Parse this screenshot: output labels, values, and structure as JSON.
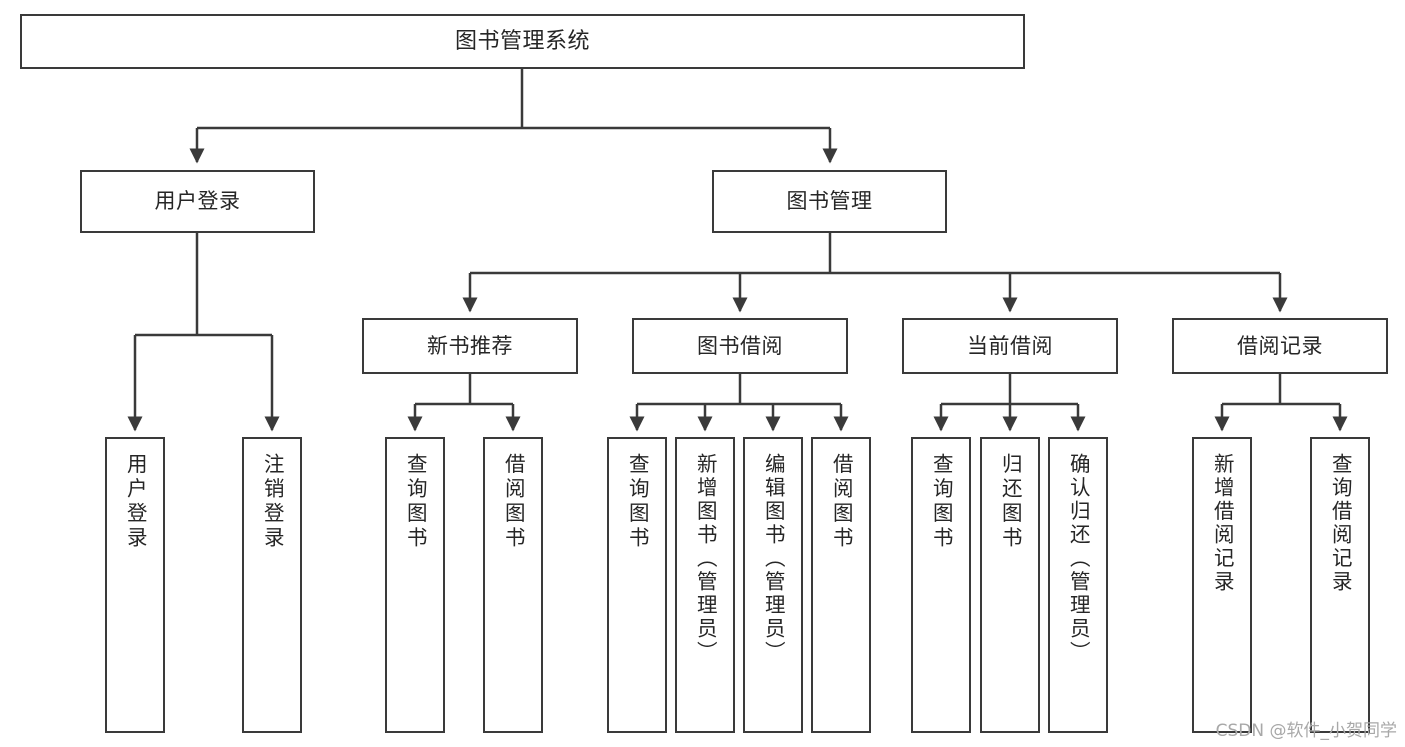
{
  "diagram": {
    "title": "图书管理系统",
    "watermark": "CSDN @软件_小贺同学",
    "stroke_color": "#3a3a3a",
    "text_color": "#262626",
    "background": "#ffffff",
    "root": {
      "label": "图书管理系统"
    },
    "level2": [
      {
        "label": "用户登录"
      },
      {
        "label": "图书管理"
      }
    ],
    "level3": [
      {
        "label": "新书推荐"
      },
      {
        "label": "图书借阅"
      },
      {
        "label": "当前借阅"
      },
      {
        "label": "借阅记录"
      }
    ],
    "leaves": [
      {
        "label": "用户登录"
      },
      {
        "label": "注销登录"
      },
      {
        "label": "查询图书"
      },
      {
        "label": "借阅图书"
      },
      {
        "label": "查询图书"
      },
      {
        "label": "新增图书（管理员）"
      },
      {
        "label": "编辑图书（管理员）"
      },
      {
        "label": "借阅图书"
      },
      {
        "label": "查询图书"
      },
      {
        "label": "归还图书"
      },
      {
        "label": "确认归还（管理员）"
      },
      {
        "label": "新增借阅记录"
      },
      {
        "label": "查询借阅记录"
      }
    ]
  }
}
